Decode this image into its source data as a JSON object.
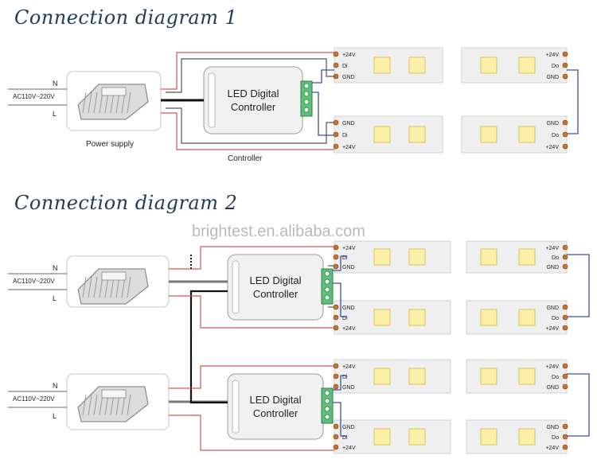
{
  "diagram1": {
    "title": "Connection diagram 1",
    "power_supply": {
      "input_text": "AC110V~220V",
      "n_label": "N",
      "l_label": "L",
      "caption": "Power supply"
    },
    "controller": {
      "title_line1": "LED Digital",
      "title_line2": "Controller",
      "caption": "Controller"
    },
    "strip_top": {
      "left_labels": [
        "+24V",
        "Di",
        "GND"
      ],
      "right_labels": [
        "+24V",
        "Do",
        "GND"
      ]
    },
    "strip_bottom": {
      "left_labels": [
        "GND",
        "Di",
        "+24V"
      ],
      "right_labels": [
        "GND",
        "Do",
        "+24V"
      ]
    }
  },
  "diagram2": {
    "title": "Connection diagram 2",
    "watermark": "brightest.en.alibaba.com",
    "power_supply": {
      "input_text": "AC110V~220V",
      "n_label": "N",
      "l_label": "L"
    },
    "controller": {
      "title_line1": "LED Digital",
      "title_line2": "Controller"
    },
    "strip_top": {
      "left_labels": [
        "+24V",
        "Di",
        "GND"
      ],
      "right_labels": [
        "+24V",
        "Do",
        "GND"
      ]
    },
    "strip_bottom": {
      "left_labels": [
        "GND",
        "Di",
        "+24V"
      ],
      "right_labels": [
        "GND",
        "Do",
        "+24V"
      ]
    }
  },
  "colors": {
    "title": "#1f3b56",
    "red_wire": "#d9534f",
    "blue_wire": "#3a4fa8",
    "black_wire": "#111111",
    "led": "#fbf0a8",
    "strip": "#efefef",
    "connector_green": "#5fbf7a"
  }
}
